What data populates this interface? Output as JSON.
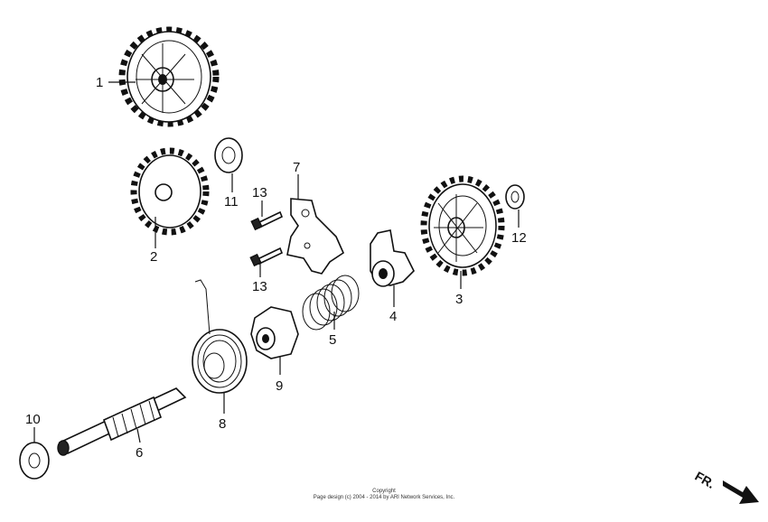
{
  "callouts": {
    "c1": "1",
    "c2": "2",
    "c3": "3",
    "c4": "4",
    "c5": "5",
    "c6": "6",
    "c7": "7",
    "c8": "8",
    "c9": "9",
    "c10": "10",
    "c11": "11",
    "c12": "12",
    "c13a": "13",
    "c13b": "13"
  },
  "direction_label": "FR.",
  "copyright": {
    "line1": "Copyright",
    "line2": "Page design (c) 2004 - 2014 by ARI Network Services, Inc."
  }
}
